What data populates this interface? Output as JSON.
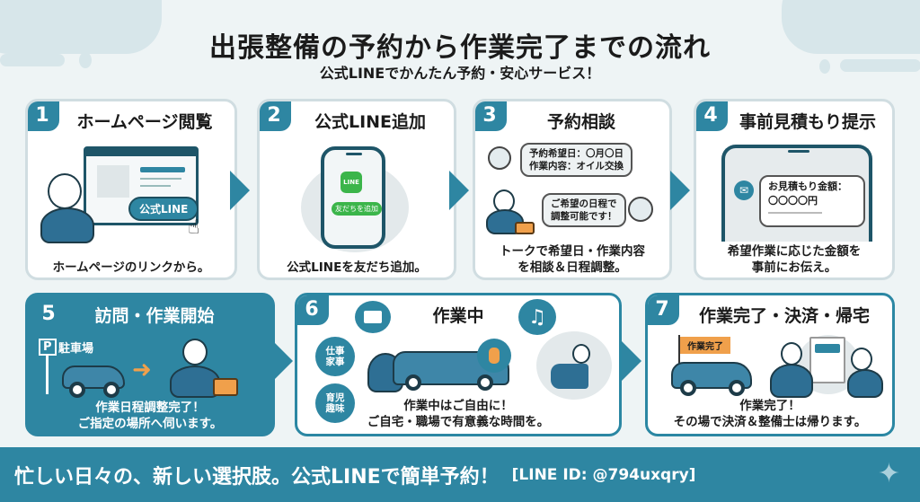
{
  "header": {
    "title": "出張整備の予約から作業完了までの流れ",
    "subtitle": "公式LINEでかんたん予約・安心サービス！"
  },
  "steps": [
    {
      "number": "1",
      "title": "ホームページ閲覧",
      "caption": "ホームページのリンクから。",
      "button_label": "公式LINE"
    },
    {
      "number": "2",
      "title": "公式LINE追加",
      "caption": "公式LINEを友だち追加。",
      "logo_text": "LINE",
      "add_friend_label": "友だちを追加"
    },
    {
      "number": "3",
      "title": "予約相談",
      "caption_line1": "トークで希望日・作業内容",
      "caption_line2": "を相談＆日程調整。",
      "customer_message_line1": "予約希望日：〇月〇日",
      "customer_message_line2": "作業内容：オイル交換",
      "staff_message_line1": "ご希望の日程で",
      "staff_message_line2": "調整可能です！"
    },
    {
      "number": "4",
      "title": "事前見積もり提示",
      "caption_line1": "希望作業に応じた金額を",
      "caption_line2": "事前にお伝え。",
      "estimate_label": "お見積もり金額：",
      "estimate_value": "〇〇〇〇円"
    },
    {
      "number": "5",
      "title": "訪問・作業開始",
      "parking_sign": "P",
      "parking_label": "駐車場",
      "caption_line1": "作業日程調整完了！",
      "caption_line2": "ご指定の場所へ伺います。"
    },
    {
      "number": "6",
      "title": "作業中",
      "side_label_1": "仕事\n家事",
      "side_label_1a": "仕事",
      "side_label_1b": "家事",
      "side_label_2a": "育児",
      "side_label_2b": "趣味",
      "caption_line1": "作業中はご自由に！",
      "caption_line2": "ご自宅・職場で有意義な時間を。"
    },
    {
      "number": "7",
      "title": "作業完了・決済・帰宅",
      "flag_label": "作業完了",
      "caption_line1": "作業完了！",
      "caption_line2": "その場で決済＆整備士は帰ります。"
    }
  ],
  "footer": {
    "tagline": "忙しい日々の、新しい選択肢。公式LINEで簡単予約！",
    "line_id": "[LINE ID: @794uxqry]"
  },
  "colors": {
    "primary": "#2e86a2",
    "accent_orange": "#f0a04b",
    "line_green": "#3bb54a",
    "background": "#eef4f5"
  }
}
